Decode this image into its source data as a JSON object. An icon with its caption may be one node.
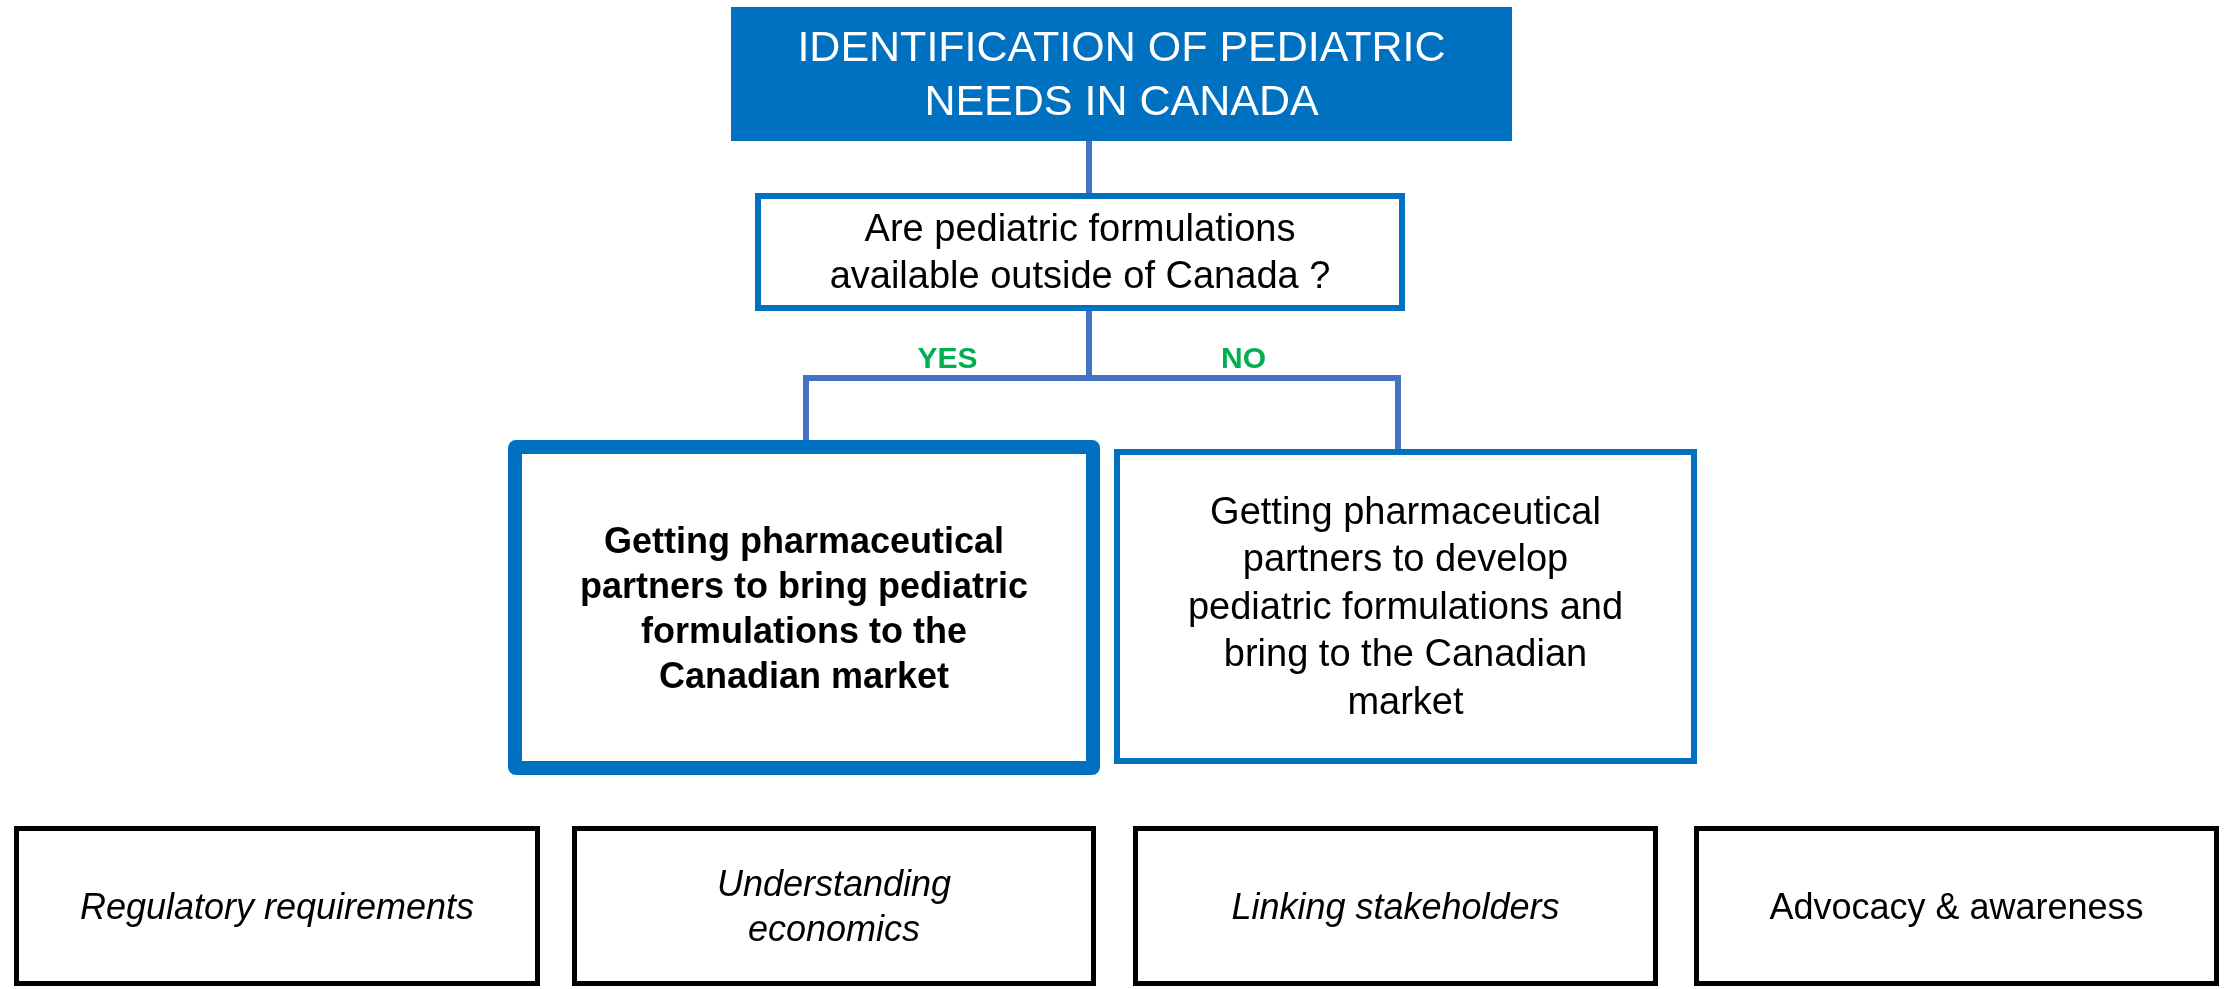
{
  "diagram": {
    "nodes": [
      {
        "text": [
          "IDENTIFICATION OF PEDIATRIC NEEDS IN CANADA"
        ]
      },
      {
        "text": [
          "Are pediatric formulations available outside of Canada ?"
        ]
      },
      {
        "text": [
          "Getting pharmaceutical partners to bring pediatric formulations to the Canadian market"
        ]
      },
      {
        "text": [
          "Getting pharmaceutical partners to develop pediatric formulations and bring to the Canadian market"
        ]
      },
      {
        "text": [
          "Regulatory requirements"
        ]
      },
      {
        "text": [
          "Understanding economics"
        ]
      },
      {
        "text": [
          "Linking stakeholders"
        ]
      },
      {
        "text": [
          "Advocacy & awareness"
        ]
      }
    ],
    "edges": [
      {
        "from": 0,
        "to": 1,
        "arrow": "none"
      },
      {
        "from": 1,
        "to": 2,
        "arrow": "none",
        "label": "YES"
      },
      {
        "from": 1,
        "to": 3,
        "arrow": "none",
        "label": "NO"
      }
    ]
  }
}
